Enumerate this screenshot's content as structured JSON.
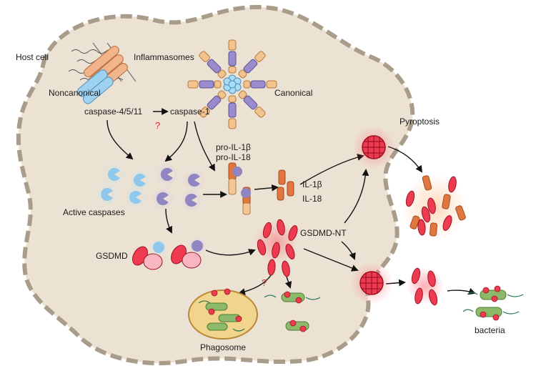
{
  "labels": {
    "host_cell": "Host cell",
    "inflammasomes": "Inflammasomes",
    "noncanonical": "Noncanonical",
    "canonical": "Canonical",
    "caspase_4_5_11": "caspase-4/5/11",
    "caspase_1": "caspase-1",
    "question_1": "?",
    "pro_il1b": "pro-IL-1β",
    "pro_il18": "pro-IL-18",
    "active_caspases": "Active caspases",
    "il1b": "IL-1β",
    "il18": "IL-18",
    "pyroptosis": "Pyroptosis",
    "gsdmd": "GSDMD",
    "gsdmd_nt": "GSDMD-NT",
    "question_2": "?",
    "phagosome": "Phagosome",
    "bacteria": "bacteria"
  },
  "colors": {
    "cell_fill": "#ece2d3",
    "cell_border": "#a99c8a",
    "blue_caspase": "#8fc8ea",
    "purple_caspase": "#8f85c0",
    "gsdmd_red": "#ef3b4f",
    "il_orange": "#e0773e",
    "bacteria_green": "#8dba6a",
    "phagosome": "#d9a945",
    "question_mark": "#d8242a"
  }
}
